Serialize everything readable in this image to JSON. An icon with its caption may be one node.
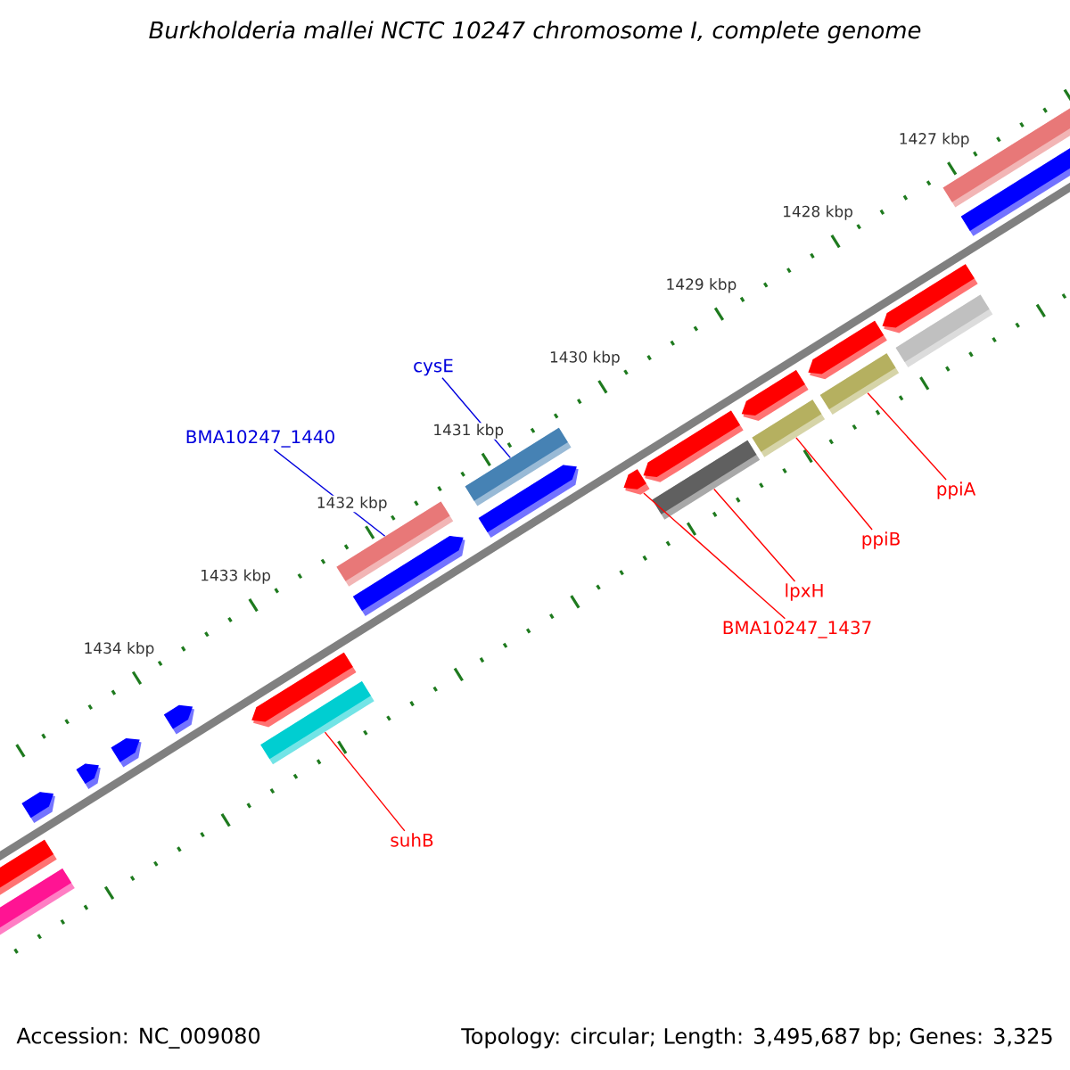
{
  "diagram": {
    "title": "Burkholderia mallei NCTC 10247 chromosome I, complete genome",
    "nodes": [
      {
        "text": [
          "cysE"
        ]
      },
      {
        "text": [
          "BMA10247_1440"
        ]
      },
      {
        "text": [],
        "shape": "bar"
      },
      {
        "text": [],
        "shape": "bar"
      },
      {
        "text": [],
        "shape": "bar"
      },
      {
        "text": [],
        "shape": "bar"
      },
      {
        "text": [],
        "shape": "bar"
      },
      {
        "text": [],
        "shape": "bar"
      },
      {
        "text": [
          "ppiA"
        ]
      },
      {
        "text": [
          "ppiB"
        ]
      },
      {
        "text": [
          "lpxH"
        ]
      },
      {
        "text": [
          "BMA10247_1437"
        ]
      },
      {
        "text": [],
        "shape": "bar"
      },
      {
        "text": [
          "suhB"
        ]
      }
    ],
    "edges": [
      {
        "from": 0,
        "to": 2,
        "arrow": "none",
        "color": "#0000dd"
      },
      {
        "from": 1,
        "to": 3,
        "arrow": "none",
        "color": "#0000dd"
      },
      {
        "from": 8,
        "to": 4,
        "arrow": "none"
      },
      {
        "from": 9,
        "to": 5,
        "arrow": "none"
      },
      {
        "from": 10,
        "to": 6,
        "arrow": "none"
      },
      {
        "from": 11,
        "to": 7,
        "arrow": "none"
      },
      {
        "from": 13,
        "to": 12,
        "arrow": "none"
      }
    ],
    "labels": [
      "1427 kbp",
      "1428 kbp",
      "1429 kbp",
      "1430 kbp",
      "1431 kbp",
      "1432 kbp",
      "1433 kbp",
      "1434 kbp",
      "Accession: NC_009080",
      "Topology: circular; Length: 3,495,687 bp; Genes: 3,325"
    ]
  }
}
